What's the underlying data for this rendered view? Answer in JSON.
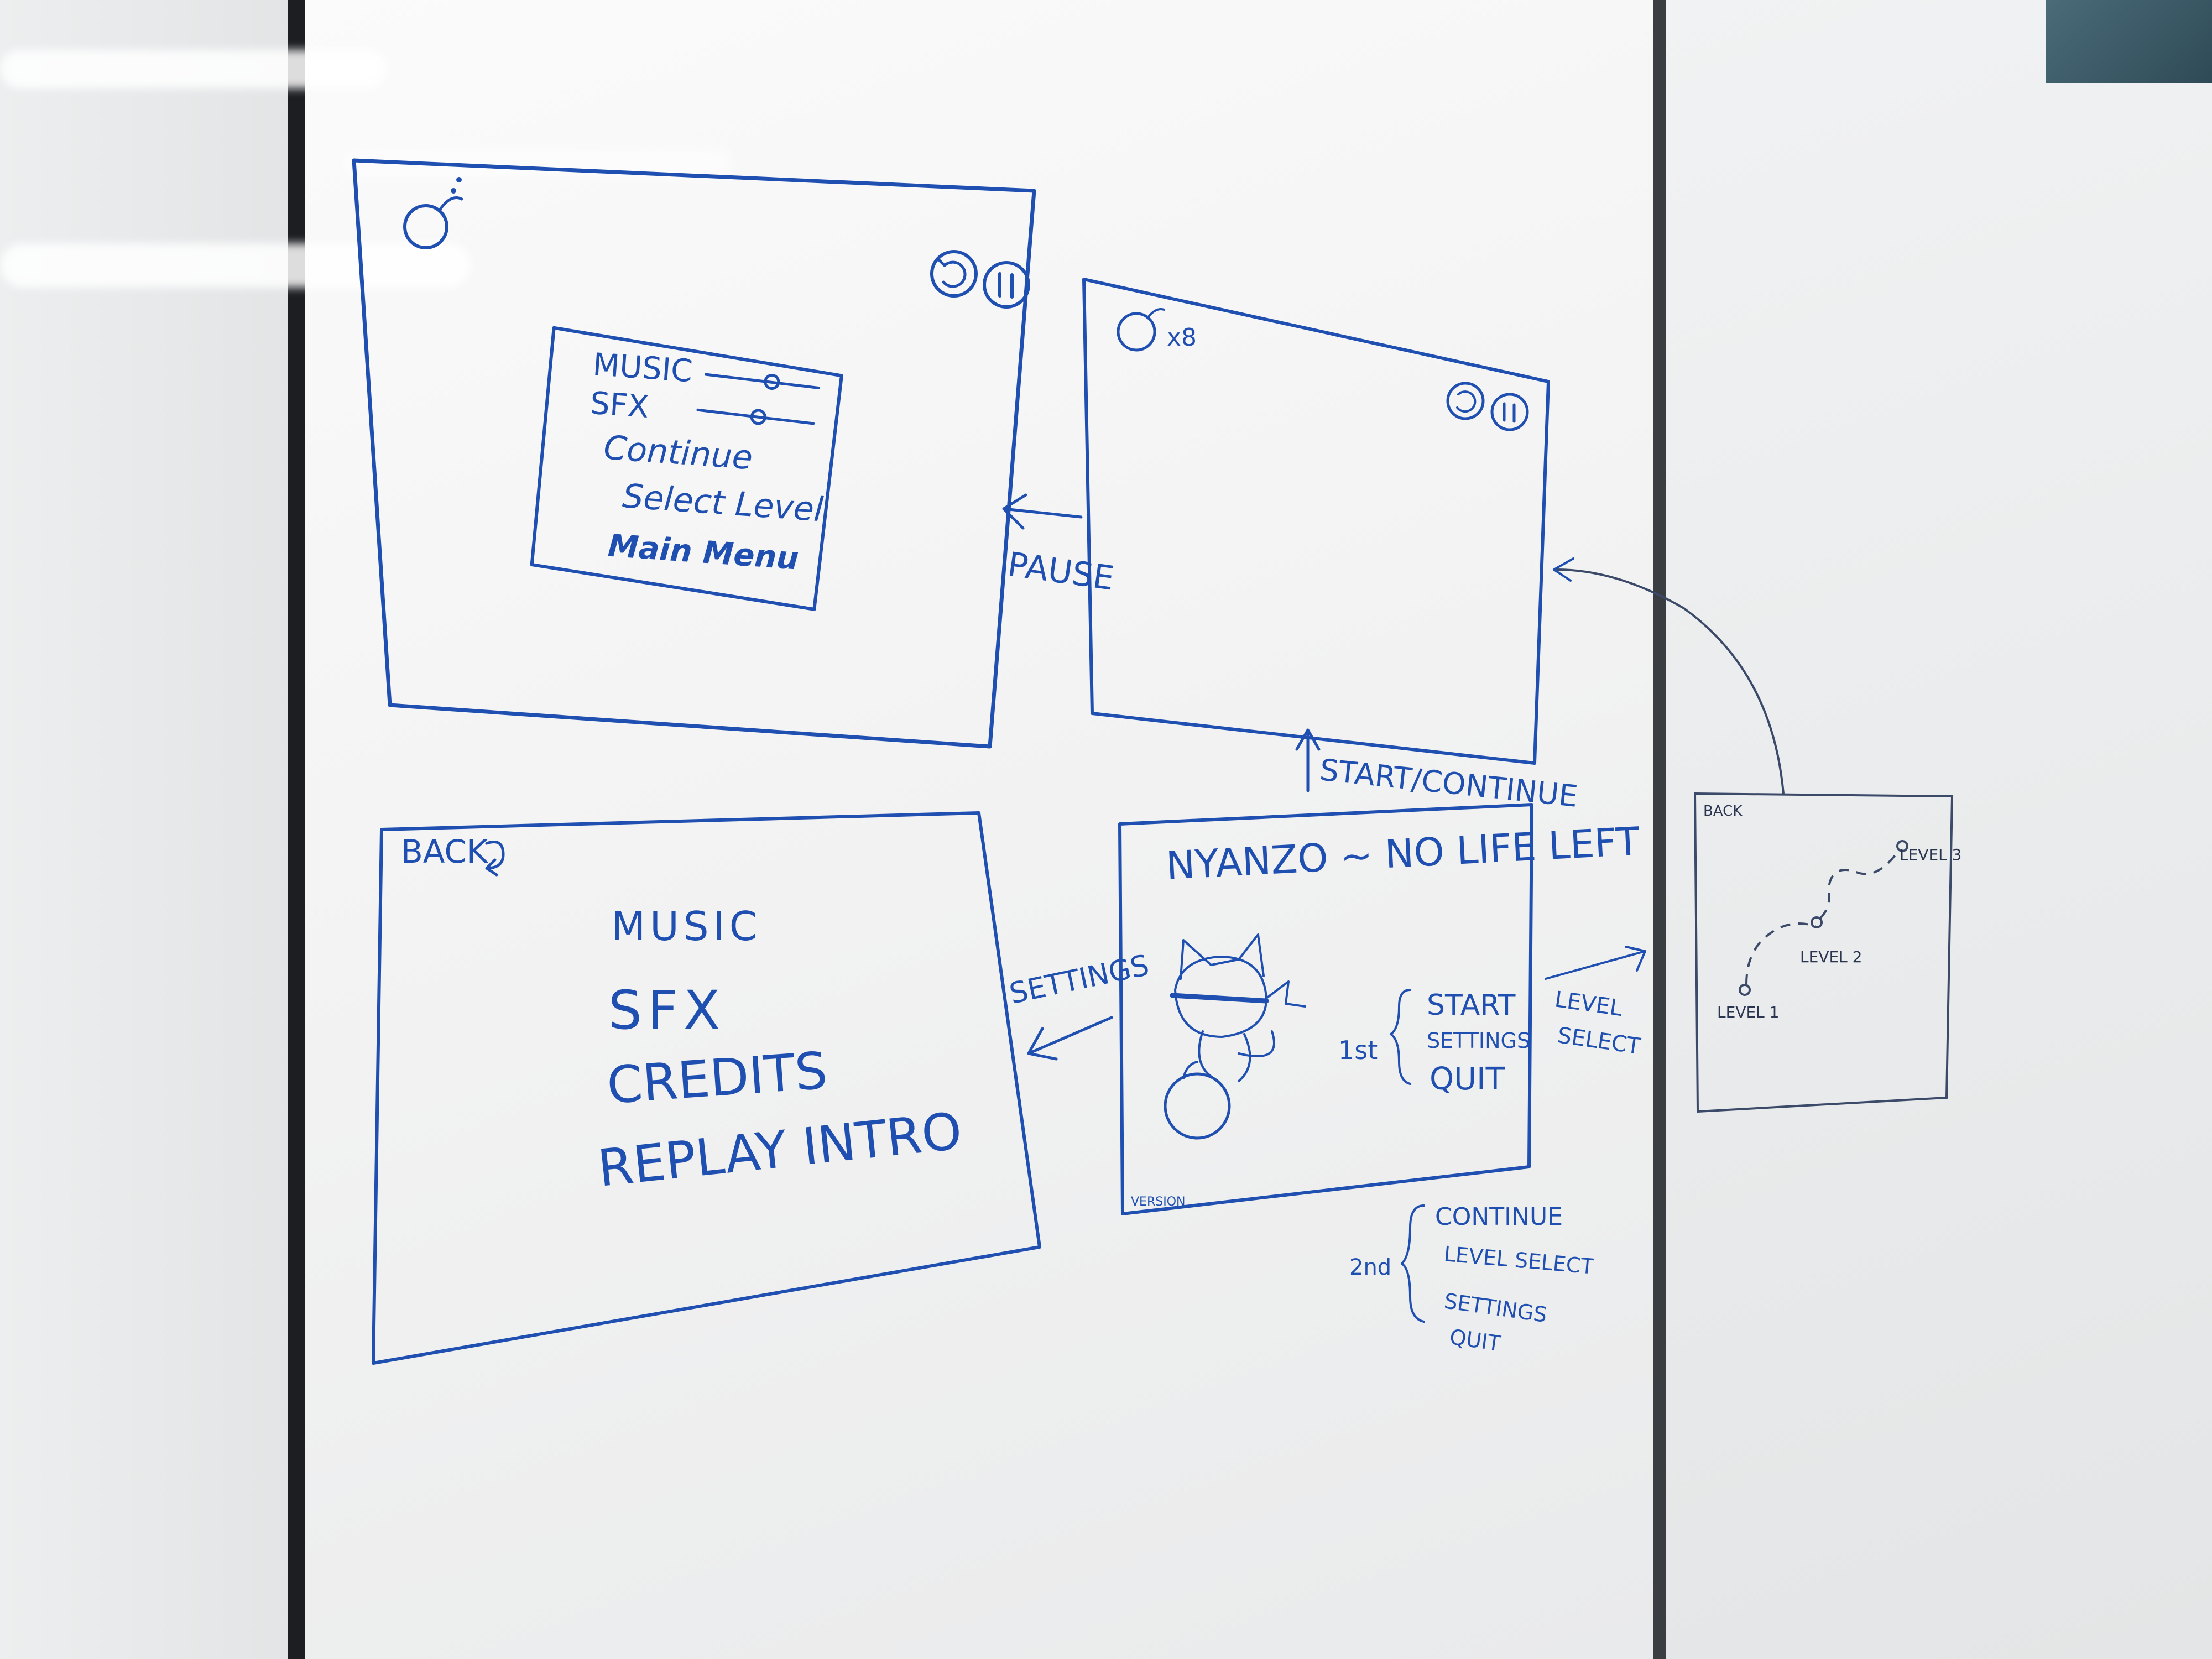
{
  "pause_menu": {
    "music": "MUSIC",
    "sfx": "SFX",
    "continue": "Continue",
    "select_level": "Select Level",
    "main_menu": "Main Menu"
  },
  "game_screen": {
    "lives": "x8"
  },
  "flow_labels": {
    "pause": "PAUSE",
    "start_continue": "START/CONTINUE",
    "settings": "SETTINGS",
    "level_select": [
      "LEVEL",
      "SELECT"
    ]
  },
  "settings_screen": {
    "back": "BACK",
    "items": [
      "MUSIC",
      "SFX",
      "CREDITS",
      "REPLAY INTRO"
    ]
  },
  "title_screen": {
    "title": "NYANZO ~ NO LIFE LEFT",
    "first_label": "1st",
    "first_options": [
      "START",
      "SETTINGS",
      "QUIT"
    ],
    "version": "VERSION ..."
  },
  "second_visit": {
    "label": "2nd",
    "options": [
      "CONTINUE",
      "LEVEL SELECT",
      "SETTINGS",
      "QUIT"
    ]
  },
  "level_map": {
    "back": "BACK",
    "levels": [
      "LEVEL 1",
      "LEVEL 2",
      "LEVEL 3"
    ]
  },
  "colors": {
    "marker_blue": "#1f4fb0",
    "board_white": "#f5f5f5",
    "frame_black": "#1c1e22"
  },
  "icons": [
    "bomb-icon",
    "restart-icon",
    "pause-icon",
    "back-arrow-icon",
    "cat-character"
  ]
}
